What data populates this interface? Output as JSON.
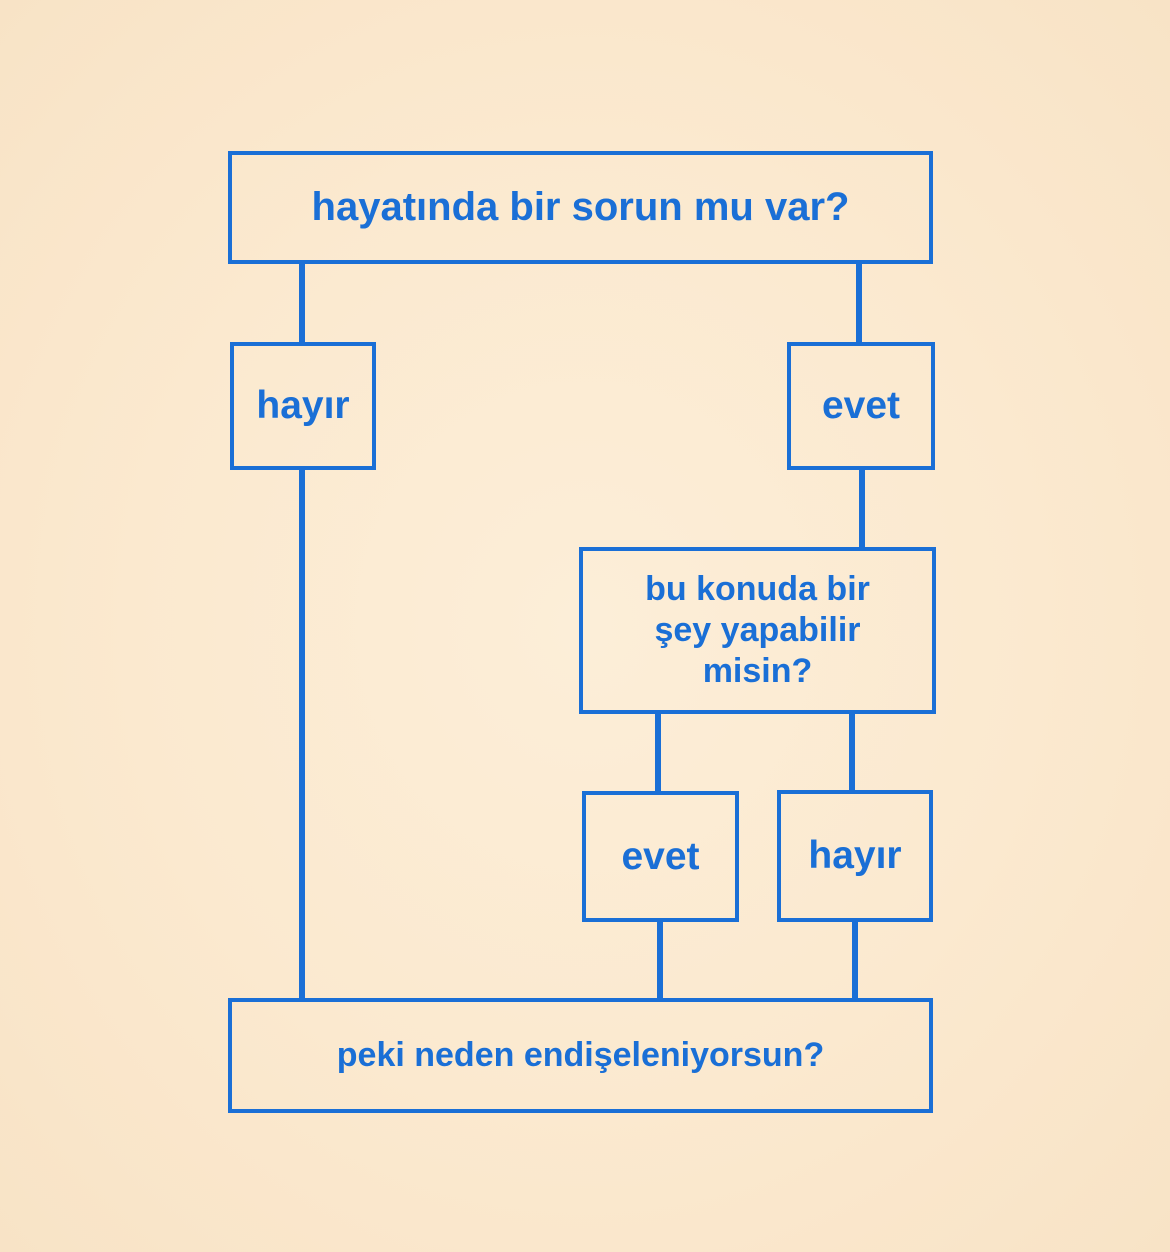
{
  "diagram": {
    "nodes": {
      "question_1": "hayatında bir sorun mu var?",
      "answer_no_1": "hayır",
      "answer_yes_1": "evet",
      "question_2": "bu konuda bir şey yapabilir misin?",
      "answer_yes_2": "evet",
      "answer_no_2": "hayır",
      "conclusion": "peki neden endişeleniyorsun?"
    },
    "colors": {
      "background": "#fbe9cf",
      "accent": "#1a6fd6"
    }
  }
}
